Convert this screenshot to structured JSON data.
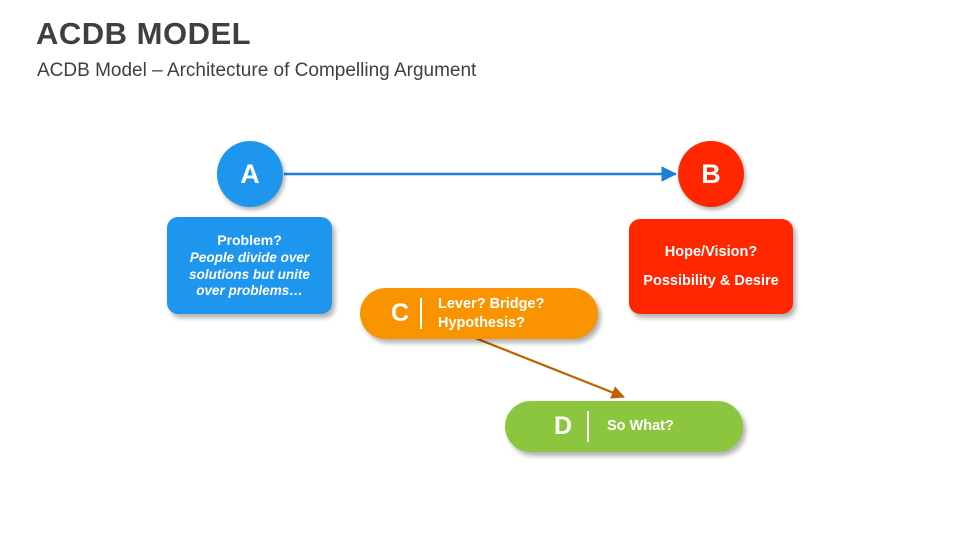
{
  "header": {
    "title": "ACDB MODEL",
    "subtitle": "ACDB Model – Architecture of Compelling Argument"
  },
  "colors": {
    "a_blue": "#1E96EE",
    "b_red": "#FF2600",
    "c_orange": "#F99400",
    "d_green": "#8CC63E",
    "text_dark": "#3F3F3F",
    "background": "#FFFFFF"
  },
  "diagram": {
    "nodes": {
      "a": {
        "letter": "A",
        "heading": "Problem?",
        "body_line1": "People divide over",
        "body_line2": "solutions but unite",
        "body_line3": "over problems…"
      },
      "b": {
        "letter": "B",
        "heading": "Hope/Vision?",
        "body": "Possibility & Desire"
      },
      "c": {
        "letter": "C",
        "text_line1": "Lever? Bridge?",
        "text_line2": "Hypothesis?"
      },
      "d": {
        "letter": "D",
        "text": "So What?"
      }
    },
    "connectors": [
      {
        "name": "a-to-b",
        "from": "A",
        "to": "B",
        "color": "#1E7FD4",
        "style": "straight-arrow"
      },
      {
        "name": "c-to-d",
        "from": "C",
        "to": "D",
        "color": "#C06000",
        "style": "diagonal-arrow"
      }
    ]
  }
}
